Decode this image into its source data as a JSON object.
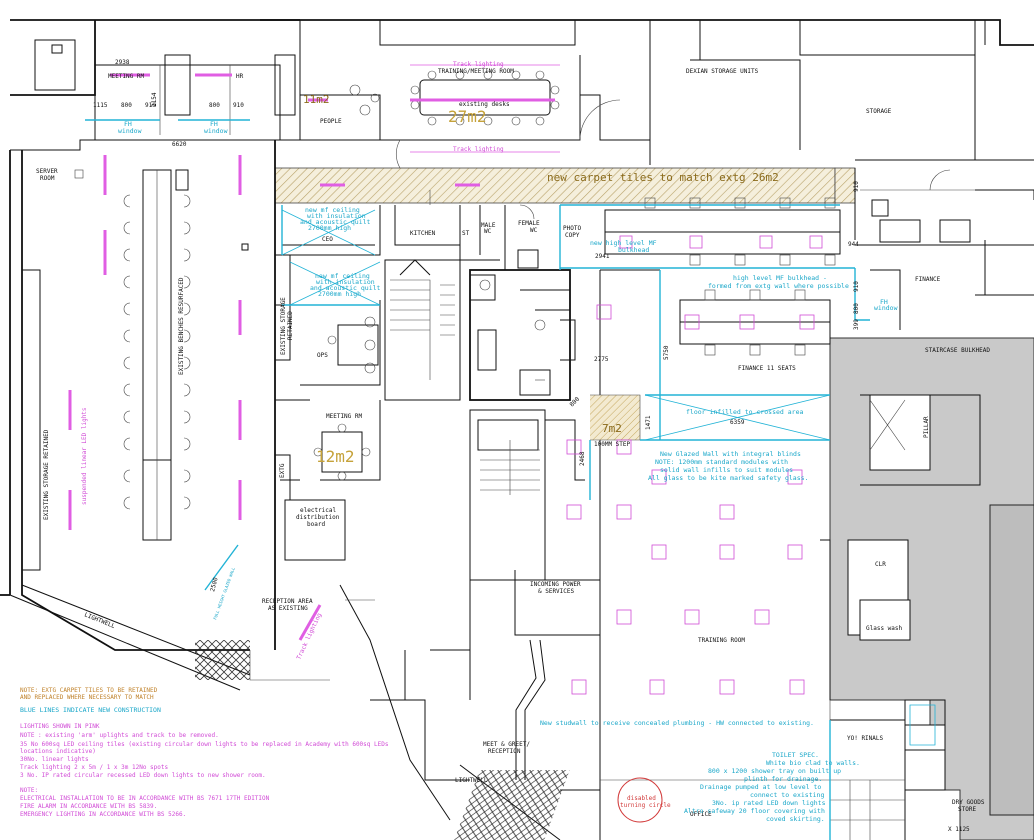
{
  "rooms": {
    "meeting_rm_top": "MEETING RM",
    "hr": "HR",
    "people": "PEOPLE",
    "training_meeting": "TRAINING/MEETING ROOM",
    "existing_desks": "existing desks",
    "dexian_storage": "DEXIAN STORAGE UNITS",
    "storage": "STORAGE",
    "server_room_1": "SERVER",
    "server_room_2": "ROOM",
    "kitchen": "KITCHEN",
    "st": "ST",
    "male_wc_1": "MALE",
    "male_wc_2": "WC",
    "female_wc_1": "FEMALE",
    "female_wc_2": "WC",
    "photo_copy_1": "PHOTO",
    "photo_copy_2": "COPY",
    "ceo": "CEO",
    "existing_storage_retained_v": "EXISTING STORAGE RETAINED",
    "existing_storage_retained_2": "EXISTING STORAGE",
    "retained": "RETAINED",
    "existing_benches": "EXISTING BENCHES RESURFACED",
    "ops": "OPS",
    "meeting_rm_mid": "MEETING RM",
    "extg": "EXTG",
    "electrical_1": "electrical",
    "electrical_2": "distribution",
    "electrical_3": "board",
    "finance": "FINANCE",
    "finance_11": "FINANCE 11 SEATS",
    "staircase_bulkhead": "STAIRCASE BULKHEAD",
    "clr": "CLR",
    "glass_wash": "Glass wash",
    "training_room": "TRAINING ROOM",
    "incoming_power_1": "INCOMING POWER",
    "incoming_power_2": "& SERVICES",
    "reception_1": "RECEPTION AREA",
    "reception_2": "AS EXISTING",
    "meet_greet_1": "MEET & GREET/",
    "meet_greet_2": "RECEPTION",
    "lightwell_1": "LIGHTWELL",
    "lightwell_2": "LIGHTWELL",
    "urinals": "YO! RINALS",
    "dry_goods_1": "DRY GOODS",
    "dry_goods_2": "STORE",
    "disabled_1": "disabled",
    "disabled_2": "turning circle",
    "office": "OFFICE",
    "pillar": "PILLAR"
  },
  "areas": {
    "a1": "11m2",
    "a2": "27m2",
    "a3": "7m2",
    "a4": "12m2"
  },
  "dims": {
    "d2938": "2938",
    "d2154": "2154",
    "d1115": "1115",
    "d800a": "800",
    "d910a": "910",
    "d800b": "800",
    "d910b": "910",
    "d6620": "6620",
    "d2941": "2941",
    "d944": "944",
    "d910c": "910",
    "d910d": "910",
    "d800c": "800",
    "d399": "399",
    "d5750": "5750",
    "d2775": "2775",
    "d6359": "6359",
    "d2468": "2468",
    "d800d": "800",
    "d1471": "1471",
    "d2500": "2500",
    "d1125": "X 1125",
    "step": "100MM STEP"
  },
  "cyan_notes": {
    "fh_window_1": "FH",
    "fh_window_1b": "window",
    "fh_window_2": "FH",
    "fh_window_2b": "window",
    "fh_window_3": "FH",
    "fh_window_3b": "window",
    "ceiling_ceo_1": "new mf ceiling",
    "ceiling_ceo_2": "with insulation",
    "ceiling_ceo_3": "and acoustic quilt",
    "ceiling_ceo_4": "2700mm high",
    "ceiling_st_1": "new mf ceiling",
    "ceiling_st_2": "with insulation",
    "ceiling_st_3": "and acoustic quilt",
    "ceiling_st_4": "2700mm high",
    "bulkhead_1": "new high level MF",
    "bulkhead_2": "bulkhead",
    "bulkhead_fin_1": "high level MF bulkhead -",
    "bulkhead_fin_2": "formed from extg wall where possible",
    "floor_infill": "floor infilled to crossed area",
    "glazed_1": "New Glazed Wall with integral blinds",
    "glazed_2": "NOTE: 1200mm standard modules with",
    "glazed_3": "solid wall infills to suit modules",
    "glazed_4": "All glass to be kite marked safety glass.",
    "full_height": "FULL HEIGHT GLAZED WALL",
    "studwall": "New studwall to receive concealed plumbing - HW connected to existing.",
    "toilet_1": "TOILET SPEC.",
    "toilet_2": "White bio clad to walls.",
    "toilet_3": "800 x 1200 shower tray on built up",
    "toilet_4": "plinth for drainage.",
    "toilet_5": "Drainage pumped at low level to",
    "toilet_6": "connect to existing",
    "toilet_7": "3No. ip rated LED down lights",
    "toilet_8": "Altro safeway 20 floor covering with",
    "toilet_9": "coved skirting."
  },
  "magenta_notes": {
    "track_1": "Track lighting",
    "track_2": "Track lighting",
    "track_3": "Track lighting",
    "suspended": "suspended linear LED lights"
  },
  "carpet_note": "new carpet tiles to match extg 26m2",
  "notes": {
    "n1": "NOTE: EXTG CARPET TILES TO BE RETAINED",
    "n2": "AND REPLACED WHERE NECESSARY TO MATCH",
    "n3": "BLUE LINES INDICATE NEW CONSTRUCTION",
    "l0": "LIGHTING SHOWN IN PINK",
    "l1": "NOTE : existing 'arm' uplights and track to be removed.",
    "l2": "35 No 600sq LED ceiling tiles (existing circular down lights to be replaced in Academy with 600sq LEDs",
    "l3": "locations indicative)",
    "l4": "30No. linear lights",
    "l5": "Track lighting 2 x 5m / 1 x 3m 12No spots",
    "l6": "3 No. IP rated circular recessed LED down lights to new shower room.",
    "e0": "NOTE:",
    "e1": "ELECTRICAL INSTALLATION TO BE IN ACCORDANCE WITH BS 7671 17TH EDITION",
    "e2": "FIRE ALARM IN ACCORDANCE WITH BS 5839.",
    "e3": "EMERGENCY LIGHTING IN ACCORDANCE WITH BS 5266."
  },
  "colors": {
    "new_construction": "#22b3d6",
    "lighting": "#e05ee3",
    "hatch": "#b9a36a",
    "grey_area": "#c9c9c9",
    "note_orange": "#c0822a",
    "note_red": "#d23a3a"
  }
}
